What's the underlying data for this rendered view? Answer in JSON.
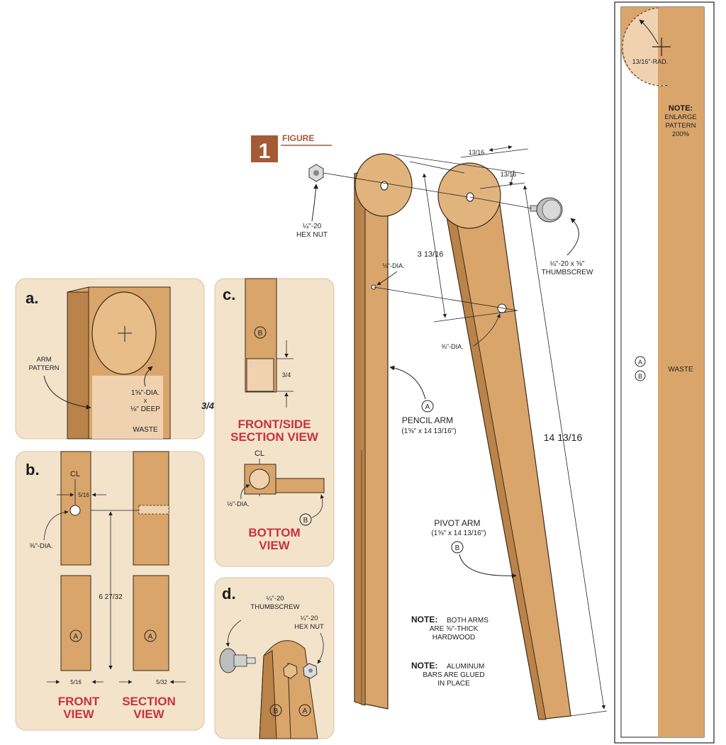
{
  "figure": {
    "number": "1",
    "label": "FIGURE"
  },
  "colors": {
    "wood": "#d9a56b",
    "wood_dark": "#b98349",
    "wood_light": "#f0d2b0",
    "panel_bg": "#f3e3cb",
    "title_red": "#c8323c",
    "badge": "#a45a35",
    "line": "#222222"
  },
  "main": {
    "hex_nut_label": [
      "¼\"-20",
      "HEX NUT"
    ],
    "thumbscrew_label": [
      "¼\"-20 x ⅝\"",
      "THUMBSCREW"
    ],
    "dim_top_a": "13/16",
    "dim_top_b": "13/16",
    "dim_hole_spacing": "3 13/16",
    "hole_small": "⅛\"-DIA.",
    "hole_pivot": "⅜\"-DIA.",
    "length": "14 13/16",
    "pencil_arm": {
      "tag": "A",
      "name": "PENCIL ARM",
      "size": "(1⅝\" x 14 13/16\")"
    },
    "pivot_arm": {
      "tag": "B",
      "name": "PIVOT ARM",
      "size": "(1⅝\" x 14 13/16\")"
    },
    "note1": {
      "head": "NOTE:",
      "lines": [
        "BOTH ARMS",
        "ARE ⅝\"-THICK",
        "HARDWOOD"
      ]
    },
    "note2": {
      "head": "NOTE:",
      "lines": [
        "ALUMINUM",
        "BARS ARE GLUED",
        "IN PLACE"
      ]
    }
  },
  "pattern": {
    "radius": "13/16\"-RAD.",
    "note_head": "NOTE:",
    "note_lines": [
      "ENLARGE",
      "PATTERN",
      "200%"
    ],
    "tags": [
      "A",
      "B"
    ],
    "waste": "WASTE"
  },
  "detail_a": {
    "letter": "a.",
    "arm_pattern": [
      "ARM",
      "PATTERN"
    ],
    "hole": [
      "1⅝\"-DIA.",
      "x",
      "⅛\" DEEP"
    ],
    "waste": "WASTE"
  },
  "detail_b": {
    "letter": "b.",
    "cl": "CL",
    "dim_top": "5/16",
    "hole": "⅜\"-DIA.",
    "dim_len": "6 27/32",
    "tag": "A",
    "dim_bottom_left": "5/16",
    "dim_bottom_right": "5/32",
    "front_title": [
      "FRONT",
      "VIEW"
    ],
    "section_title": [
      "SECTION",
      "VIEW"
    ]
  },
  "stray_label": "3/4",
  "detail_c": {
    "letter": "c.",
    "tag": "B",
    "dim": "3/4",
    "title1": [
      "FRONT/SIDE",
      "SECTION VIEW"
    ],
    "cl": "CL",
    "hole": "½\"-DIA.",
    "title2": [
      "BOTTOM",
      "VIEW"
    ]
  },
  "detail_d": {
    "letter": "d.",
    "thumbscrew": [
      "¼\"-20",
      "THUMBSCREW"
    ],
    "hex_nut": [
      "¼\"-20",
      "HEX NUT"
    ],
    "tags": [
      "B",
      "A"
    ]
  }
}
